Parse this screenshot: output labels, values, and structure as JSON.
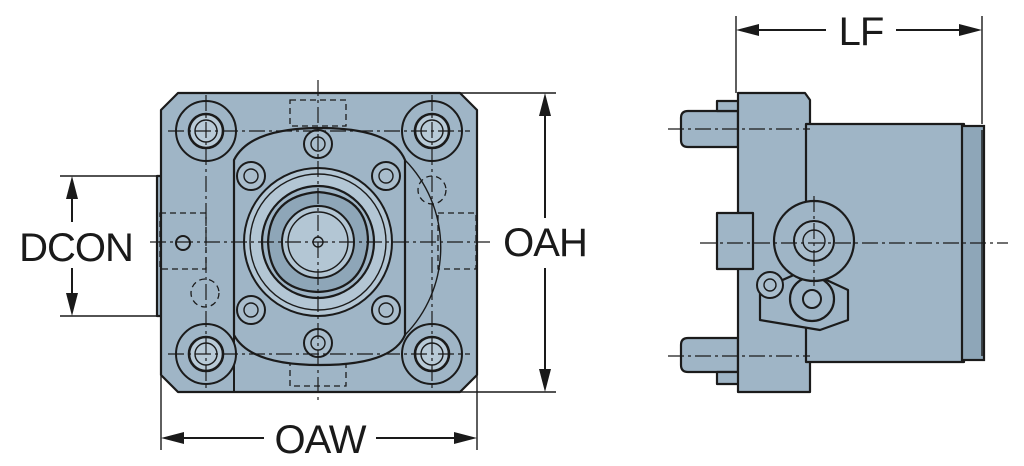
{
  "drawing": {
    "labels": {
      "oaw": "OAW",
      "oah": "OAH",
      "dcon": "DCON",
      "lf": "LF"
    },
    "colors": {
      "body": "#9fb5c6",
      "outline": "#1b1b1b",
      "dimension": "#1a1a1a",
      "background": "#ffffff"
    }
  }
}
